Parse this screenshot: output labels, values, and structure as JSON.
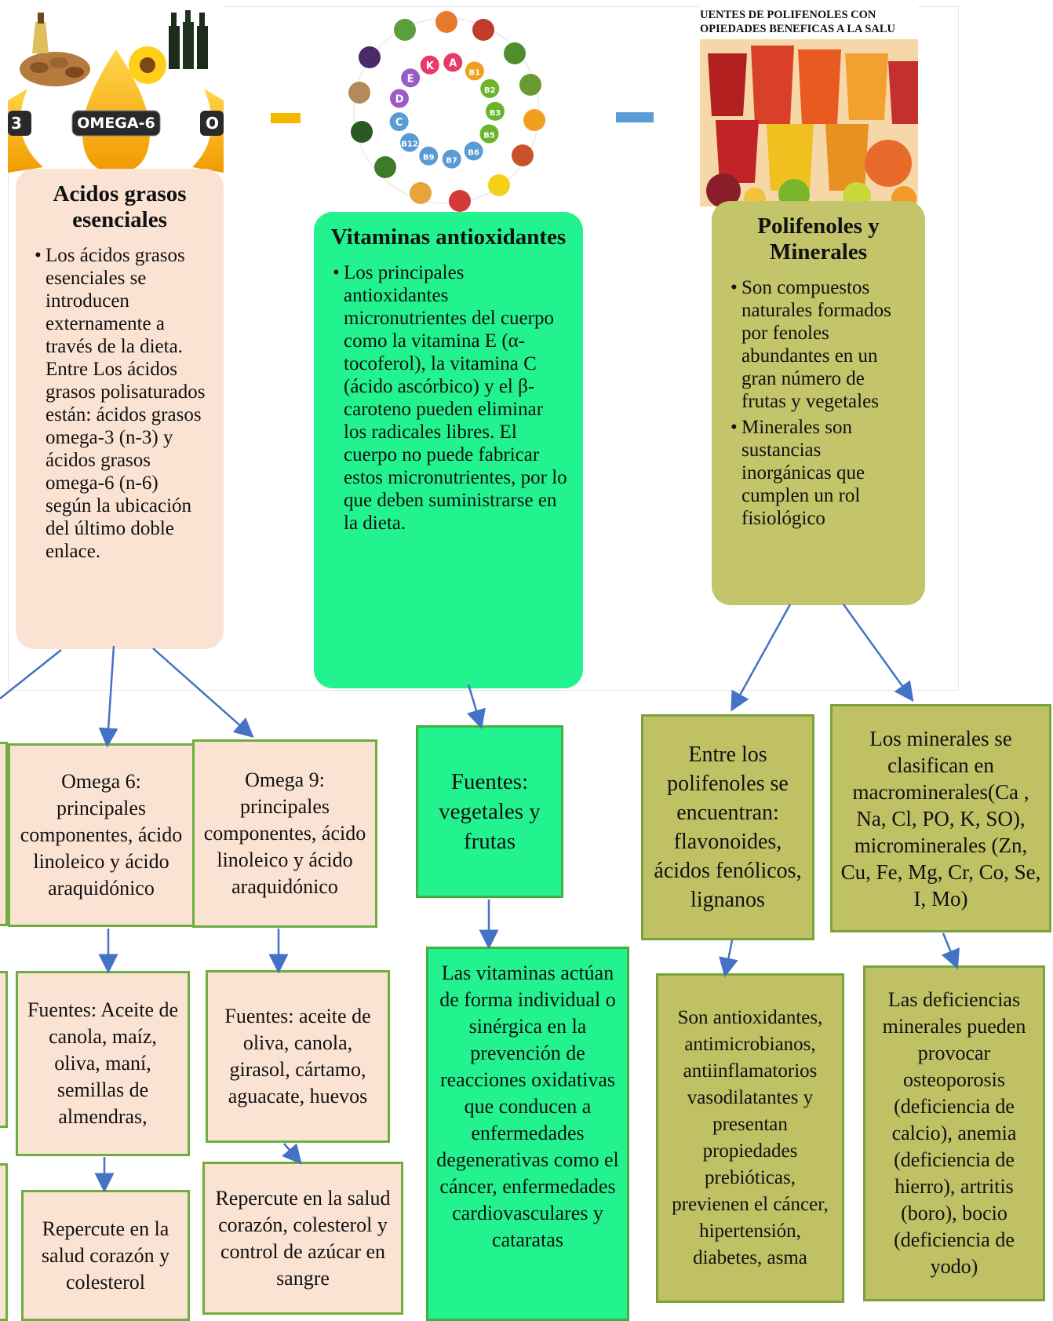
{
  "images": {
    "omega": {
      "left_label": "3",
      "center_label": "OMEGA-6",
      "right_label": "O"
    },
    "vitamins": {
      "letters": [
        "K",
        "A",
        "B1",
        "B2",
        "B3",
        "B5",
        "B6",
        "B7",
        "B9",
        "B12",
        "C",
        "D",
        "E"
      ]
    },
    "polyphenols": {
      "line1": "UENTES DE POLIFENOLES CON",
      "line2": "OPIEDADES BENEFICAS A LA SALU"
    }
  },
  "columns": {
    "acidos": {
      "title": "Acidos grasos esenciales",
      "bullets": [
        "Los ácidos grasos esenciales se introducen externamente a través de la dieta. Entre Los ácidos grasos polisaturados están: ácidos grasos omega-3 (n-3) y ácidos grasos omega-6 (n-6) según la ubicación del último doble enlace."
      ],
      "omega6": "Omega 6: principales componentes, ácido linoleico y ácido araquidónico",
      "omega9": "Omega 9: principales componentes, ácido linoleico y ácido araquidónico",
      "fuentes6": "Fuentes: Aceite de canola, maíz, oliva, maní, semillas de almendras,",
      "fuentes9": "Fuentes: aceite de oliva, canola, girasol, cártamo, aguacate, huevos",
      "repercute6": "Repercute en la salud corazón y colesterol",
      "repercute9": "Repercute en la salud corazón, colesterol y control de azúcar en sangre"
    },
    "vitaminas": {
      "title": "Vitaminas antioxidantes",
      "bullets": [
        "Los principales antioxidantes micronutrientes del cuerpo como la vitamina E (α-tocoferol), la vitamina C (ácido ascórbico) y el β-caroteno pueden eliminar los radicales libres. El cuerpo no puede fabricar estos micronutrientes, por lo que deben suministrarse en la dieta."
      ],
      "fuentes": "Fuentes: vegetales y frutas",
      "accion": "Las vitaminas actúan de forma individual o sinérgica en la prevención de reacciones oxidativas que conducen a enfermedades degenerativas como el cáncer, enfermedades cardiovasculares y cataratas"
    },
    "polifenoles": {
      "title": "Polifenoles y Minerales",
      "bullets": [
        "Son compuestos naturales formados por fenoles abundantes en un gran número de frutas y vegetales",
        "Minerales son sustancias inorgánicas que cumplen un rol fisiológico"
      ],
      "entre": "Entre los polifenoles se encuentran: flavonoides, ácidos fenólicos, lignanos",
      "minerales": "Los minerales se clasifican en macrominerales(Ca , Na, Cl, PO, K, SO), microminerales (Zn, Cu, Fe, Mg, Cr, Co, Se, I, Mo)",
      "son": "Son antioxidantes, antimicrobianos, antiinflamatorios vasodilatantes y presentan propiedades prebióticas, previenen el cáncer, hipertensión, diabetes, asma",
      "deficiencias": "Las deficiencias minerales pueden provocar osteoporosis (deficiencia de calcio), anemia (deficiencia de hierro), artritis (boro), bocio (deficiencia de yodo)"
    }
  },
  "colors": {
    "peach": "#fbe3d3",
    "green": "#23f38f",
    "olive": "#c4c46a",
    "arrow": "#4472c4",
    "dash_orange": "#f5b800",
    "dash_blue": "#5b9bd5",
    "border_green": "#6fae3e"
  }
}
